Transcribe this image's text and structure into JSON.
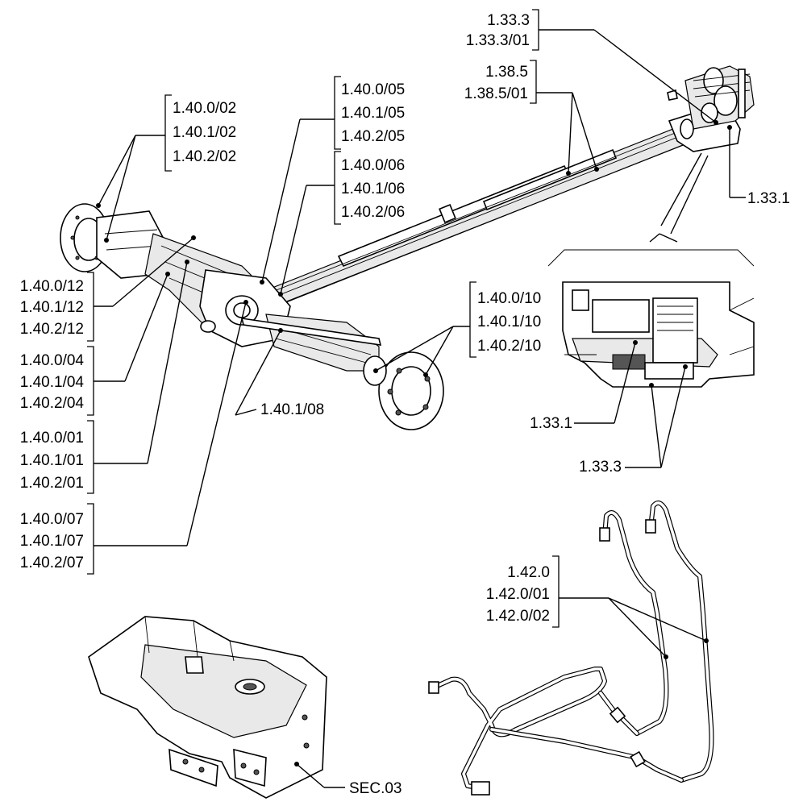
{
  "labels": {
    "g_1_33_3": [
      "1.33.3",
      "1.33.3/01"
    ],
    "g_1_38_5": [
      "1.38.5",
      "1.38.5/01"
    ],
    "g_1_40_x_02": [
      "1.40.0/02",
      "1.40.1/02",
      "1.40.2/02"
    ],
    "g_1_40_x_05": [
      "1.40.0/05",
      "1.40.1/05",
      "1.40.2/05"
    ],
    "g_1_40_x_06": [
      "1.40.0/06",
      "1.40.1/06",
      "1.40.2/06"
    ],
    "single_1_33_1_top": "1.33.1",
    "g_1_40_x_12": [
      "1.40.0/12",
      "1.40.1/12",
      "1.40.2/12"
    ],
    "g_1_40_x_04": [
      "1.40.0/04",
      "1.40.1/04",
      "1.40.2/04"
    ],
    "g_1_40_x_01": [
      "1.40.0/01",
      "1.40.1/01",
      "1.40.2/01"
    ],
    "g_1_40_x_07": [
      "1.40.0/07",
      "1.40.1/07",
      "1.40.2/07"
    ],
    "g_1_40_x_10": [
      "1.40.0/10",
      "1.40.1/10",
      "1.40.2/10"
    ],
    "single_1_40_1_08": "1.40.1/08",
    "single_1_33_1_detail": "1.33.1",
    "single_1_33_3_detail": "1.33.3",
    "g_1_42_0": [
      "1.42.0",
      "1.42.0/01",
      "1.42.0/02"
    ],
    "single_sec_03": "SEC.03"
  }
}
